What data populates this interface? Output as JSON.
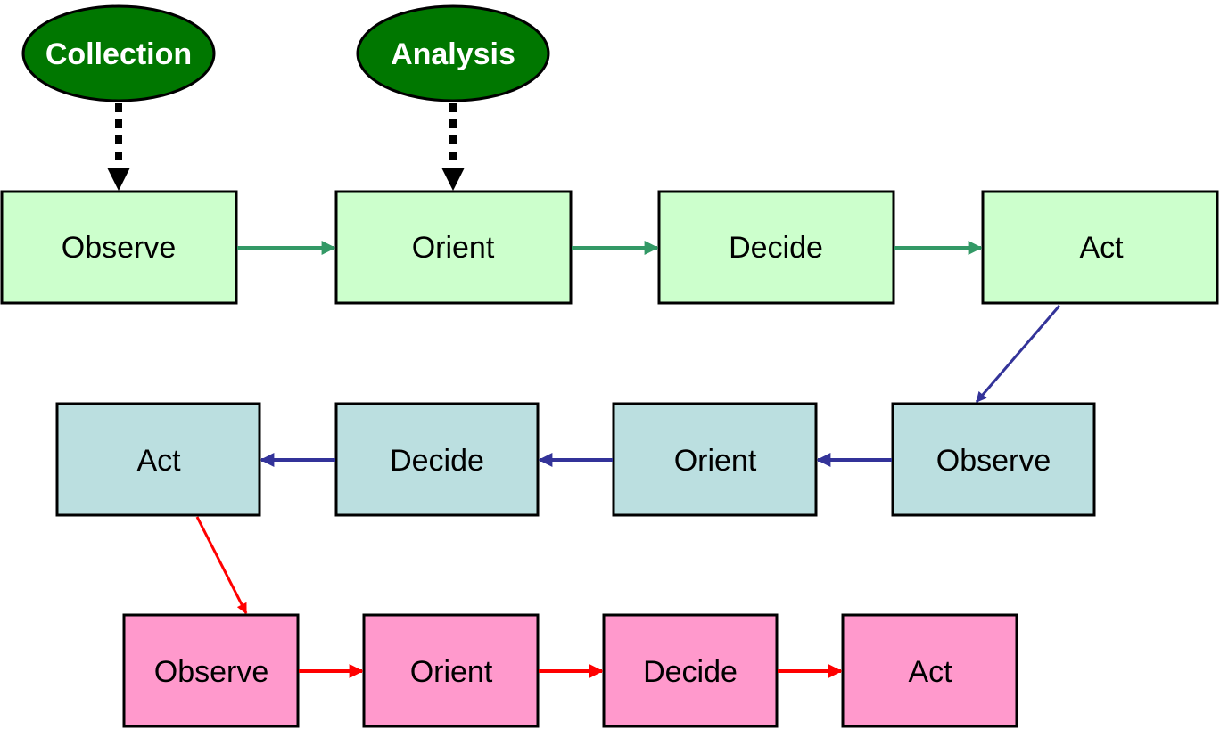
{
  "colors": {
    "oval_fill": "#007700",
    "row1_fill": "#ccffcc",
    "row2_fill": "#bbdfe0",
    "row3_fill": "#ff99cc",
    "row1_arrow": "#339966",
    "row2_arrow": "#333399",
    "row3_arrow": "#ff0000",
    "dotted_arrow": "#000000"
  },
  "inputs": [
    {
      "label": "Collection"
    },
    {
      "label": "Analysis"
    }
  ],
  "loops": [
    {
      "steps": [
        "Observe",
        "Orient",
        "Decide",
        "Act"
      ]
    },
    {
      "steps": [
        "Observe",
        "Orient",
        "Decide",
        "Act"
      ]
    },
    {
      "steps": [
        "Observe",
        "Orient",
        "Decide",
        "Act"
      ]
    }
  ]
}
